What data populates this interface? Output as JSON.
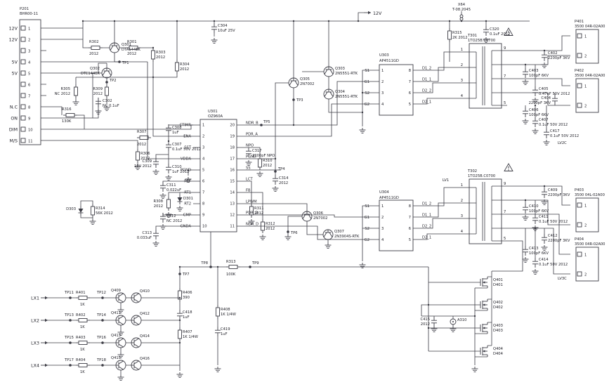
{
  "meta": {
    "bg": "#ffffff",
    "ink": "#3b3b44"
  },
  "p201": {
    "ref": "P201",
    "part": "BHR00-11",
    "pins": [
      "1",
      "2",
      "3",
      "4",
      "5",
      "6",
      "7",
      "8",
      "9",
      "10",
      "11"
    ],
    "sig1": "12V",
    "sig2": "12V",
    "sig4": "5V",
    "sig5": "5V",
    "sig8": "N.C",
    "sig9": "ON",
    "sig10": "DIM",
    "sig11": "M/S"
  },
  "u301": {
    "ref": "U301",
    "part": "OZ960A",
    "lp": [
      {
        "n": "1",
        "s": "CTIMR"
      },
      {
        "n": "2",
        "s": "ENA"
      },
      {
        "n": "3",
        "s": "SST"
      },
      {
        "n": "4",
        "s": "VDDA"
      },
      {
        "n": "5",
        "s": "PGND"
      },
      {
        "n": "6",
        "s": "REF"
      },
      {
        "n": "7",
        "s": "RT1"
      },
      {
        "n": "8",
        "s": "RT2"
      },
      {
        "n": "9",
        "s": "CMP"
      },
      {
        "n": "10",
        "s": "GNDA"
      }
    ],
    "rp": [
      {
        "n": "20",
        "s": "NDR_B"
      },
      {
        "n": "19",
        "s": "PDR_A"
      },
      {
        "n": "18",
        "s": "NPO"
      },
      {
        "n": "17",
        "s": "PGND"
      },
      {
        "n": "16",
        "s": "SS"
      },
      {
        "n": "15",
        "s": "LCT"
      },
      {
        "n": "14",
        "s": "FB"
      },
      {
        "n": "13",
        "s": "LPWM"
      },
      {
        "n": "12",
        "s": "PDR_D"
      },
      {
        "n": "11",
        "s": "NDR_D"
      }
    ]
  },
  "u303": {
    "ref": "U303",
    "part": "AP4511GD",
    "lp": [
      "S1",
      "G1",
      "S2",
      "G2"
    ],
    "ln": [
      "1",
      "2",
      "3",
      "4"
    ],
    "rn": [
      "8",
      "7",
      "6",
      "5"
    ],
    "rp": [
      "D1_2",
      "D1_1",
      "D2_2",
      "D2_1"
    ]
  },
  "u304": {
    "ref": "U304",
    "part": "AP4511GD",
    "lp": [
      "S1",
      "G1",
      "S2",
      "G2"
    ],
    "ln": [
      "1",
      "2",
      "3",
      "4"
    ],
    "rn": [
      "8",
      "7",
      "6",
      "5"
    ],
    "rp": [
      "D1_2",
      "D1_1",
      "D2_2",
      "D2_1"
    ]
  },
  "t301": {
    "ref": "T301",
    "part": "1TO25B.C0700"
  },
  "t302": {
    "ref": "T302",
    "part": "1TO25B.C0700"
  },
  "tpin": {
    "l": [
      "1",
      "2",
      "3",
      "4"
    ],
    "r": [
      "9",
      "7",
      "5"
    ]
  },
  "x64": {
    "ref": "X64",
    "part": "T-08.2045"
  },
  "pout": [
    {
      "ref": "P401",
      "part": "3500 04R-02A00"
    },
    {
      "ref": "P402",
      "part": "3500 04R-02A00"
    },
    {
      "ref": "P403",
      "part": "3500 04L-02A00"
    },
    {
      "ref": "P404",
      "part": "3500 04R-02A00"
    }
  ],
  "pout_pin": [
    "1",
    "2"
  ],
  "comp": {
    "q301": {
      "r": "Q301",
      "v": "DTA144EK"
    },
    "q302": {
      "r": "Q302",
      "v": "DTC144EK"
    },
    "q303": {
      "r": "Q303",
      "v": "2N5551-RTK"
    },
    "q304": {
      "r": "Q304",
      "v": "2N5551-RTK"
    },
    "q305": {
      "r": "Q305",
      "v": "2N7002"
    },
    "q306": {
      "r": "Q306",
      "v": "2N7002"
    },
    "q307": {
      "r": "Q307",
      "v": "2N3904S-RTK"
    },
    "r301": {
      "r": "R301",
      "v": "2012"
    },
    "r302": {
      "r": "R302",
      "v": "2012"
    },
    "r303": {
      "r": "R303",
      "v": "2012"
    },
    "r304": {
      "r": "R304",
      "v": "2012"
    },
    "r305": {
      "r": "R305",
      "v": "NC 2012"
    },
    "r306": {
      "r": "R306",
      "v": "2012"
    },
    "r307": {
      "r": "R307",
      "v": "2012"
    },
    "r308": {
      "r": "R308",
      "v": "2012"
    },
    "r309": {
      "r": "R309",
      "v": "2012"
    },
    "r310": {
      "r": "R310",
      "v": "2012"
    },
    "r311": {
      "r": "R311",
      "v": "2012"
    },
    "r312": {
      "r": "R312",
      "v": "2012"
    },
    "r313": {
      "r": "R313",
      "v": "100K"
    },
    "r314": {
      "r": "R314",
      "v": "56K 2012"
    },
    "r315": {
      "r": "R315",
      "v": "2K 2012"
    },
    "r316": {
      "r": "R316",
      "v": "130K"
    },
    "r401": {
      "r": "R401",
      "v": "1K"
    },
    "r402": {
      "r": "R402",
      "v": "1K"
    },
    "r403": {
      "r": "R403",
      "v": "1K"
    },
    "r404": {
      "r": "R404",
      "v": "1K"
    },
    "r406": {
      "r": "R406",
      "v": "390"
    },
    "r407": {
      "r": "R407",
      "v": "1K 1/4W"
    },
    "r408": {
      "r": "R408",
      "v": "1K 1/4W"
    },
    "c302": {
      "r": "C302",
      "v": "NC 0.1uF"
    },
    "c304": {
      "r": "C304",
      "v": "10uF 25V"
    },
    "c307": {
      "r": "C307",
      "v": "0.1uF 50V 2012"
    },
    "c308": {
      "r": "C308",
      "v": "1uF"
    },
    "c309": {
      "r": "C309",
      "v": "10V 2012"
    },
    "c310": {
      "r": "C310",
      "v": "1uF 2012"
    },
    "c311": {
      "r": "C311",
      "v": "0.022uF"
    },
    "c312": {
      "r": "C312",
      "v": "NC 2012"
    },
    "c313": {
      "r": "C313",
      "v": "0.033uF"
    },
    "c314": {
      "r": "C314",
      "v": "2012"
    },
    "c317": {
      "r": "C317",
      "v": "2200pF NPO"
    },
    "c320": {
      "r": "C320",
      "v": "0.1uF 2012"
    },
    "c402": {
      "r": "C402",
      "v": "2200pF 3KV"
    },
    "c403": {
      "r": "C403",
      "v": "100pF 6KV"
    },
    "c404": {
      "r": "C404",
      "v": "2200pF 3KV"
    },
    "c405": {
      "r": "C405",
      "v": "0.47uF 50V 2012"
    },
    "c406": {
      "r": "C406",
      "v": "100pF 6KV"
    },
    "c407": {
      "r": "C407",
      "v": "0.1uF 50V 2012"
    },
    "c409": {
      "r": "C409",
      "v": "2200pF 3KV"
    },
    "c410": {
      "r": "C410",
      "v": "100pF 6KV"
    },
    "c411": {
      "r": "C411",
      "v": "0.1uF 50V 2012"
    },
    "c412": {
      "r": "C412",
      "v": "2200pF 3KV"
    },
    "c413": {
      "r": "C413",
      "v": "100pF 6KV"
    },
    "c414": {
      "r": "C414",
      "v": "0.1uF 50V 2012"
    },
    "c415": {
      "r": "C415",
      "v": "2012"
    },
    "c417": {
      "r": "C417",
      "v": "0.1uF 50V 2012"
    },
    "c418": {
      "r": "C418",
      "v": "1uF"
    },
    "c419": {
      "r": "C419",
      "v": "1uF"
    },
    "d301": {
      "r": "D301"
    },
    "d303": {
      "r": "D303"
    },
    "a310": {
      "r": "A310"
    }
  },
  "mos": [
    {
      "q": "Q401",
      "d": "D401"
    },
    {
      "q": "Q402",
      "d": "D402"
    },
    {
      "q": "Q403",
      "d": "D403"
    },
    {
      "q": "Q404",
      "d": "D404"
    }
  ],
  "qp": [
    "Q409",
    "Q410",
    "Q411",
    "Q412",
    "Q413",
    "Q414",
    "Q415",
    "Q416"
  ],
  "tp": {
    "tp1": "TP1",
    "tp2": "TP2",
    "tp3": "TP3",
    "tp4": "TP4",
    "tp5": "TP5",
    "tp6": "TP6",
    "tp7": "TP7",
    "tp8": "TP8",
    "tp9": "TP9",
    "tp11": "TP11",
    "tp12": "TP12",
    "tp13": "TP13",
    "tp14": "TP14",
    "tp15": "TP15",
    "tp16": "TP16",
    "tp17": "TP17",
    "tp18": "TP18"
  },
  "net": {
    "v12": "12V",
    "lv1": "LV1",
    "lv2c": "LV2C",
    "lv3c": "LV3C",
    "lx": [
      "LX1",
      "LX2",
      "LX3",
      "LX4"
    ]
  }
}
